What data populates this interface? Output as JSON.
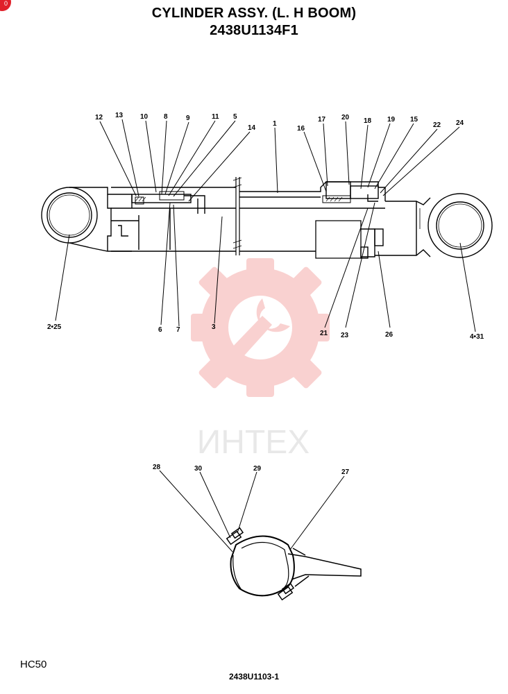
{
  "header": {
    "title_line1": "CYLINDER ASSY. (L. H BOOM)",
    "title_line2": "2438U1134F1"
  },
  "corner_badge": "0",
  "watermark": {
    "text": "ИНТЕХ",
    "color": "#e8322d"
  },
  "callouts": {
    "top": [
      "12",
      "13",
      "10",
      "8",
      "9",
      "11",
      "5",
      "14",
      "1",
      "16",
      "17",
      "20",
      "18",
      "19",
      "15",
      "22",
      "24"
    ],
    "bottom": [
      "2•25",
      "6",
      "7",
      "3",
      "21",
      "23",
      "26",
      "4•31"
    ],
    "detail": [
      "28",
      "30",
      "29",
      "27"
    ]
  },
  "footer": {
    "model": "HC50",
    "drawing_number": "2438U1103-1"
  }
}
